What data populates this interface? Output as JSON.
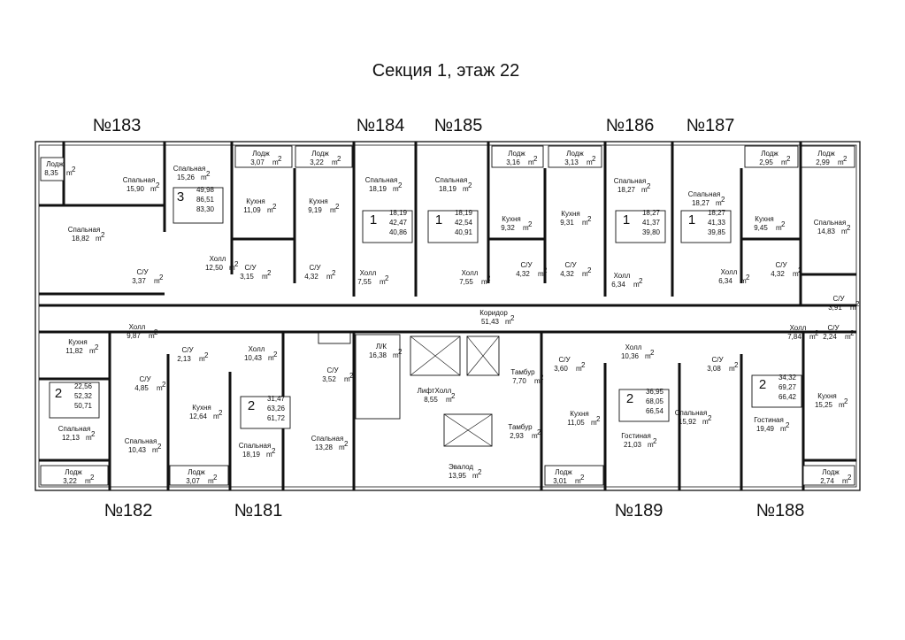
{
  "title": "Секция 1, этаж 22",
  "unit": "m",
  "apartment_numbers": [
    "№183",
    "№184",
    "№185",
    "№186",
    "№187",
    "№182",
    "№181",
    "№189",
    "№188"
  ],
  "rooms": [
    {
      "name": "Лодж",
      "area": "8,35"
    },
    {
      "name": "Спальная",
      "area": "15,90"
    },
    {
      "name": "Спальная",
      "area": "15,26"
    },
    {
      "name": "Лодж",
      "area": "3,07"
    },
    {
      "name": "Лодж",
      "area": "3,22"
    },
    {
      "name": "Кухня",
      "area": "11,09"
    },
    {
      "name": "Кухня",
      "area": "9,19"
    },
    {
      "name": "Спальная",
      "area": "18,19"
    },
    {
      "name": "Спальная",
      "area": "18,19"
    },
    {
      "name": "Лодж",
      "area": "3,16"
    },
    {
      "name": "Лодж",
      "area": "3,13"
    },
    {
      "name": "Кухня",
      "area": "9,32"
    },
    {
      "name": "Кухня",
      "area": "9,31"
    },
    {
      "name": "Спальная",
      "area": "18,27"
    },
    {
      "name": "Спальная",
      "area": "18,27"
    },
    {
      "name": "Лодж",
      "area": "2,95"
    },
    {
      "name": "Лодж",
      "area": "2,99"
    },
    {
      "name": "Кухня",
      "area": "9,45"
    },
    {
      "name": "Спальная",
      "area": "14,83"
    },
    {
      "name": "Спальная",
      "area": "18,82"
    },
    {
      "name": "Холл",
      "area": "12,50"
    },
    {
      "name": "С/У",
      "area": "3,37"
    },
    {
      "name": "С/У",
      "area": "3,15"
    },
    {
      "name": "С/У",
      "area": "4,32"
    },
    {
      "name": "Холл",
      "area": "7,55"
    },
    {
      "name": "Холл",
      "area": "7,55"
    },
    {
      "name": "С/У",
      "area": "4,32"
    },
    {
      "name": "С/У",
      "area": "4,32"
    },
    {
      "name": "Холл",
      "area": "6,34"
    },
    {
      "name": "Холл",
      "area": "6,34"
    },
    {
      "name": "С/У",
      "area": "4,32"
    },
    {
      "name": "С/У",
      "area": "3,91"
    },
    {
      "name": "Коридор",
      "area": "51,43"
    },
    {
      "name": "Холл",
      "area": "9,87"
    },
    {
      "name": "Кухня",
      "area": "11,82"
    },
    {
      "name": "С/У",
      "area": "2,13"
    },
    {
      "name": "Холл",
      "area": "10,43"
    },
    {
      "name": "Л/К",
      "area": "16,38"
    },
    {
      "name": "Холл",
      "area": "10,36"
    },
    {
      "name": "Холл",
      "area": "7,84"
    },
    {
      "name": "С/У",
      "area": "2,24"
    },
    {
      "name": "С/У",
      "area": "4,85"
    },
    {
      "name": "С/У",
      "area": "3,52"
    },
    {
      "name": "С/У",
      "area": "3,60"
    },
    {
      "name": "С/У",
      "area": "3,08"
    },
    {
      "name": "Тамбур",
      "area": "7,70"
    },
    {
      "name": "ЛифтХолл",
      "area": "8,55"
    },
    {
      "name": "Кухня",
      "area": "12,64"
    },
    {
      "name": "Кухня",
      "area": "11,05"
    },
    {
      "name": "Кухня",
      "area": "15,25"
    },
    {
      "name": "Спальная",
      "area": "12,13"
    },
    {
      "name": "Спальная",
      "area": "18,19"
    },
    {
      "name": "Спальная",
      "area": "13,28"
    },
    {
      "name": "Спальная",
      "area": "15,92"
    },
    {
      "name": "Гостиная",
      "area": "21,03"
    },
    {
      "name": "Гостиная",
      "area": "19,49"
    },
    {
      "name": "Тамбур",
      "area": "2,93"
    },
    {
      "name": "Спальная",
      "area": "10,43"
    },
    {
      "name": "Эвалод",
      "area": "13,95"
    },
    {
      "name": "Лодж",
      "area": "3,22"
    },
    {
      "name": "Лодж",
      "area": "3,07"
    },
    {
      "name": "Лодж",
      "area": "3,01"
    },
    {
      "name": "Лодж",
      "area": "2,74"
    }
  ],
  "summaries": [
    {
      "rooms": "3",
      "lines": [
        "49,98",
        "86,51",
        "83,30"
      ]
    },
    {
      "rooms": "1",
      "lines": [
        "18,19",
        "42,47",
        "40,86"
      ]
    },
    {
      "rooms": "1",
      "lines": [
        "18,19",
        "42,54",
        "40,91"
      ]
    },
    {
      "rooms": "1",
      "lines": [
        "18,27",
        "41,37",
        "39,80"
      ]
    },
    {
      "rooms": "1",
      "lines": [
        "18,27",
        "41,33",
        "39,85"
      ]
    },
    {
      "rooms": "2",
      "lines": [
        "22,56",
        "52,32",
        "50,71"
      ]
    },
    {
      "rooms": "2",
      "lines": [
        "31,47",
        "63,26",
        "61,72"
      ]
    },
    {
      "rooms": "2",
      "lines": [
        "36,95",
        "68,05",
        "66,54"
      ]
    },
    {
      "rooms": "2",
      "lines": [
        "34,32",
        "69,27",
        "66,42"
      ]
    }
  ]
}
